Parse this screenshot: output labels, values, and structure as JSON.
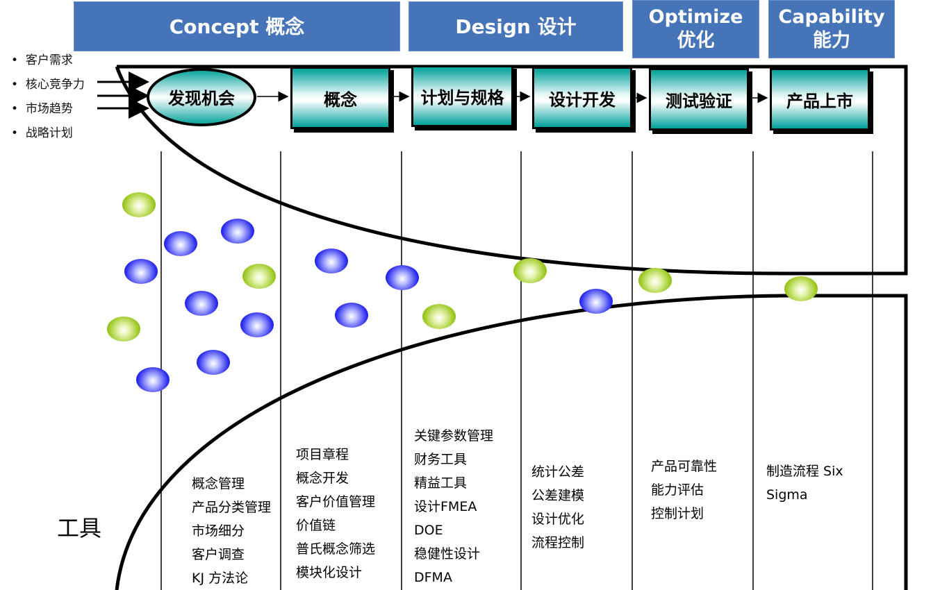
{
  "phases": [
    {
      "en": "Concept",
      "zh": "概念"
    },
    {
      "en": "Design",
      "zh": "设计"
    },
    {
      "en": "Optimize",
      "zh": "优化"
    },
    {
      "en": "Capability",
      "zh": "能力"
    }
  ],
  "inputs": [
    "客户需求",
    "核心竞争力",
    "市场趋势",
    "战略计划"
  ],
  "steps": [
    "发现机会",
    "概念",
    "计划与规格",
    "设计开发",
    "测试验证",
    "产品上市"
  ],
  "tools_label": "工具",
  "tools": [
    [
      "概念管理",
      "产品分类管理",
      "市场细分",
      "客户调查",
      "KJ 方法论"
    ],
    [
      "项目章程",
      "概念开发",
      "客户价值管理",
      "价值链",
      "普氏概念筛选",
      "模块化设计"
    ],
    [
      "关键参数管理",
      "财务工具",
      "精益工具",
      "设计FMEA",
      "DOE",
      "稳健性设计",
      "DFMA"
    ],
    [
      "统计公差",
      "公差建模",
      "设计优化",
      "流程控制"
    ],
    [
      "产品可靠性",
      "能力评估",
      "控制计划"
    ],
    [
      "制造流程 Six Sigma"
    ]
  ],
  "colors": {
    "header": "#4674b8",
    "teal": "#00a09a",
    "blue_ball": "#2a2aee",
    "green_ball": "#99c81e"
  }
}
